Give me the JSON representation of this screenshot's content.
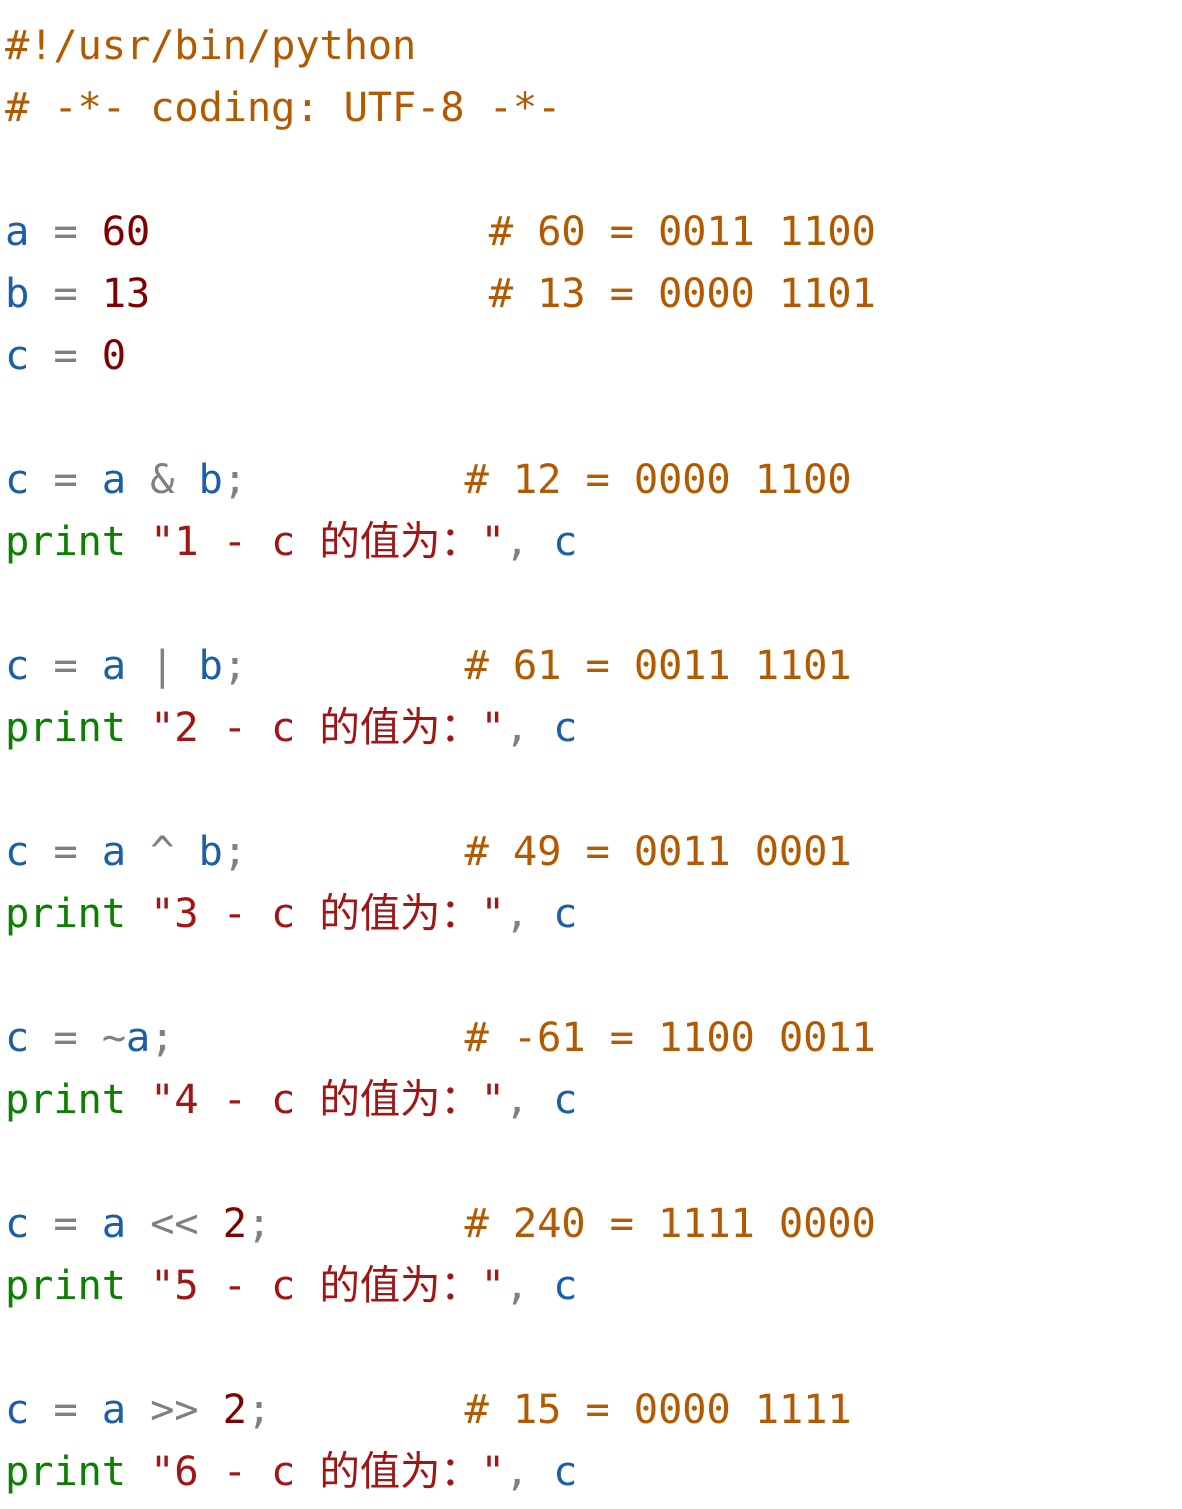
{
  "editor": {
    "language": "python",
    "colors": {
      "comment": "#b35a00",
      "variable": "#1a5fa8",
      "operator": "#808080",
      "number": "#800000",
      "keyword": "#0b8000",
      "string": "#a31515"
    },
    "lines": [
      {
        "tokens": [
          {
            "t": "comment",
            "v": "#!/usr/bin/python"
          }
        ]
      },
      {
        "tokens": [
          {
            "t": "comment",
            "v": "# -*- coding: UTF-8 -*-"
          }
        ]
      },
      {
        "tokens": []
      },
      {
        "tokens": [
          {
            "t": "var",
            "v": "a"
          },
          {
            "t": "op",
            "v": " = "
          },
          {
            "t": "num",
            "v": "60"
          },
          {
            "t": "op",
            "v": "              "
          },
          {
            "t": "comment",
            "v": "# 60 = 0011 1100"
          }
        ]
      },
      {
        "tokens": [
          {
            "t": "var",
            "v": "b"
          },
          {
            "t": "op",
            "v": " = "
          },
          {
            "t": "num",
            "v": "13"
          },
          {
            "t": "op",
            "v": "              "
          },
          {
            "t": "comment",
            "v": "# 13 = 0000 1101"
          }
        ]
      },
      {
        "tokens": [
          {
            "t": "var",
            "v": "c"
          },
          {
            "t": "op",
            "v": " = "
          },
          {
            "t": "num",
            "v": "0"
          }
        ]
      },
      {
        "tokens": []
      },
      {
        "tokens": [
          {
            "t": "var",
            "v": "c"
          },
          {
            "t": "op",
            "v": " = "
          },
          {
            "t": "var",
            "v": "a"
          },
          {
            "t": "op",
            "v": " & "
          },
          {
            "t": "var",
            "v": "b"
          },
          {
            "t": "punct",
            "v": ";"
          },
          {
            "t": "op",
            "v": "         "
          },
          {
            "t": "comment",
            "v": "# 12 = 0000 1100"
          }
        ]
      },
      {
        "tokens": [
          {
            "t": "kw",
            "v": "print"
          },
          {
            "t": "op",
            "v": " "
          },
          {
            "t": "str",
            "v": "\"1 - c 的值为：\""
          },
          {
            "t": "punct",
            "v": ", "
          },
          {
            "t": "var",
            "v": "c"
          }
        ]
      },
      {
        "tokens": []
      },
      {
        "tokens": [
          {
            "t": "var",
            "v": "c"
          },
          {
            "t": "op",
            "v": " = "
          },
          {
            "t": "var",
            "v": "a"
          },
          {
            "t": "op",
            "v": " | "
          },
          {
            "t": "var",
            "v": "b"
          },
          {
            "t": "punct",
            "v": ";"
          },
          {
            "t": "op",
            "v": "         "
          },
          {
            "t": "comment",
            "v": "# 61 = 0011 1101"
          }
        ]
      },
      {
        "tokens": [
          {
            "t": "kw",
            "v": "print"
          },
          {
            "t": "op",
            "v": " "
          },
          {
            "t": "str",
            "v": "\"2 - c 的值为：\""
          },
          {
            "t": "punct",
            "v": ", "
          },
          {
            "t": "var",
            "v": "c"
          }
        ]
      },
      {
        "tokens": []
      },
      {
        "tokens": [
          {
            "t": "var",
            "v": "c"
          },
          {
            "t": "op",
            "v": " = "
          },
          {
            "t": "var",
            "v": "a"
          },
          {
            "t": "op",
            "v": " ^ "
          },
          {
            "t": "var",
            "v": "b"
          },
          {
            "t": "punct",
            "v": ";"
          },
          {
            "t": "op",
            "v": "         "
          },
          {
            "t": "comment",
            "v": "# 49 = 0011 0001"
          }
        ]
      },
      {
        "tokens": [
          {
            "t": "kw",
            "v": "print"
          },
          {
            "t": "op",
            "v": " "
          },
          {
            "t": "str",
            "v": "\"3 - c 的值为：\""
          },
          {
            "t": "punct",
            "v": ", "
          },
          {
            "t": "var",
            "v": "c"
          }
        ]
      },
      {
        "tokens": []
      },
      {
        "tokens": [
          {
            "t": "var",
            "v": "c"
          },
          {
            "t": "op",
            "v": " = ~"
          },
          {
            "t": "var",
            "v": "a"
          },
          {
            "t": "punct",
            "v": ";"
          },
          {
            "t": "op",
            "v": "            "
          },
          {
            "t": "comment",
            "v": "# -61 = 1100 0011"
          }
        ]
      },
      {
        "tokens": [
          {
            "t": "kw",
            "v": "print"
          },
          {
            "t": "op",
            "v": " "
          },
          {
            "t": "str",
            "v": "\"4 - c 的值为：\""
          },
          {
            "t": "punct",
            "v": ", "
          },
          {
            "t": "var",
            "v": "c"
          }
        ]
      },
      {
        "tokens": []
      },
      {
        "tokens": [
          {
            "t": "var",
            "v": "c"
          },
          {
            "t": "op",
            "v": " = "
          },
          {
            "t": "var",
            "v": "a"
          },
          {
            "t": "op",
            "v": " << "
          },
          {
            "t": "num",
            "v": "2"
          },
          {
            "t": "punct",
            "v": ";"
          },
          {
            "t": "op",
            "v": "        "
          },
          {
            "t": "comment",
            "v": "# 240 = 1111 0000"
          }
        ]
      },
      {
        "tokens": [
          {
            "t": "kw",
            "v": "print"
          },
          {
            "t": "op",
            "v": " "
          },
          {
            "t": "str",
            "v": "\"5 - c 的值为：\""
          },
          {
            "t": "punct",
            "v": ", "
          },
          {
            "t": "var",
            "v": "c"
          }
        ]
      },
      {
        "tokens": []
      },
      {
        "tokens": [
          {
            "t": "var",
            "v": "c"
          },
          {
            "t": "op",
            "v": " = "
          },
          {
            "t": "var",
            "v": "a"
          },
          {
            "t": "op",
            "v": " >> "
          },
          {
            "t": "num",
            "v": "2"
          },
          {
            "t": "punct",
            "v": ";"
          },
          {
            "t": "op",
            "v": "        "
          },
          {
            "t": "comment",
            "v": "# 15 = 0000 1111"
          }
        ]
      },
      {
        "tokens": [
          {
            "t": "kw",
            "v": "print"
          },
          {
            "t": "op",
            "v": " "
          },
          {
            "t": "str",
            "v": "\"6 - c 的值为：\""
          },
          {
            "t": "punct",
            "v": ", "
          },
          {
            "t": "var",
            "v": "c"
          }
        ]
      }
    ]
  }
}
